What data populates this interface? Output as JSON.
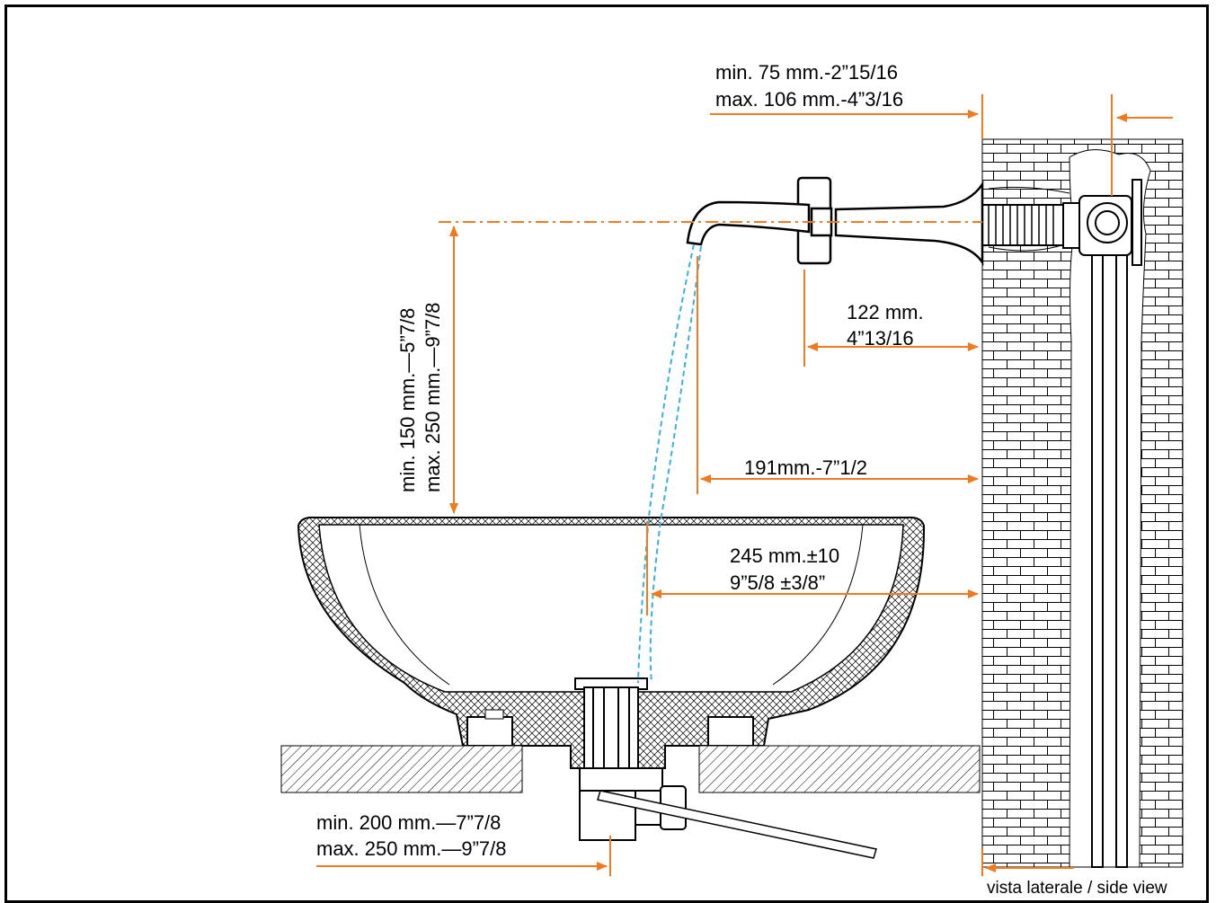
{
  "dimensions": {
    "wall_offset": {
      "min": "min.   75 mm.-2”15/16",
      "max": "max. 106 mm.-4”3/16"
    },
    "spout_projection": {
      "mm": "122 mm.",
      "inch": "4”13/16"
    },
    "outlet_to_wall": "191mm.-7”1/2",
    "basin_center_to_wall": {
      "mm": "245 mm.±10",
      "inch": "9”5/8 ±3/8”"
    },
    "spout_height": {
      "min": "min.  150 mm.—5”7/8",
      "max": "max. 250 mm.—9”7/8"
    },
    "drain_depth": {
      "min": "min.  200 mm.—7”7/8",
      "max": "max. 250 mm.—9”7/8"
    }
  },
  "caption": "vista laterale /  side view",
  "colors": {
    "dimension": "#f07a20",
    "water": "#3ab0e0",
    "outline": "#000000"
  }
}
